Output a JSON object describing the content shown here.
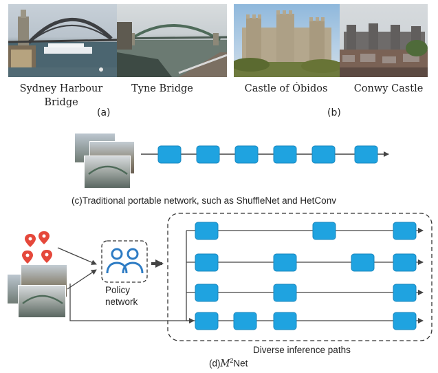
{
  "panel_a": {
    "captions": [
      "Sydney Harbour\nBridge",
      "Tyne Bridge"
    ],
    "label": "(a)"
  },
  "panel_b": {
    "captions": [
      "Castle of Óbidos",
      "Conwy Castle"
    ],
    "label": "(b)"
  },
  "panel_c": {
    "caption": "(c)Traditional portable network, such as ShuffleNet and HetConv"
  },
  "panel_d": {
    "policy_label_1": "Policy",
    "policy_label_2": "network",
    "paths_caption": "Diverse inference paths",
    "caption_prefix": "(d)",
    "caption_math": "M",
    "caption_sup": "2",
    "caption_suffix": "Net"
  },
  "colors": {
    "block_fill": "#1fa3e0",
    "block_stroke": "#1a87be",
    "arrow": "#444444",
    "pin": "#e5483b",
    "policy_icon": "#2e7cc4"
  }
}
